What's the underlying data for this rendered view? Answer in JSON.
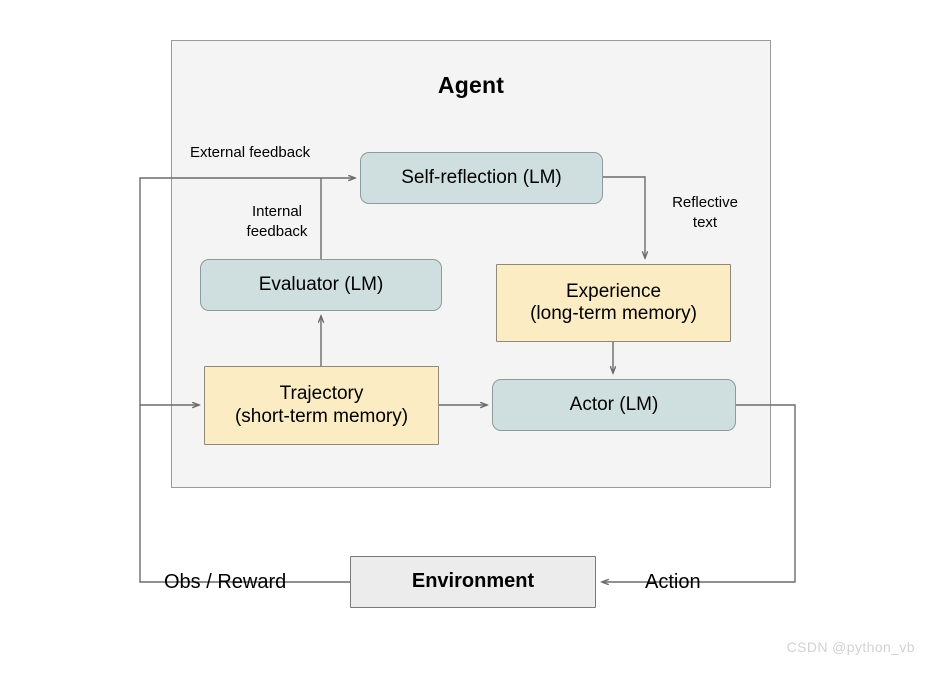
{
  "diagram": {
    "title": "Agent",
    "watermark": "CSDN @python_vb",
    "colors": {
      "agent_panel_fill": "#f4f4f4",
      "agent_panel_border": "#9a9a9a",
      "lm_node_fill": "#cfdfe0",
      "lm_node_border": "#8d9b9b",
      "memory_node_fill": "#fcecc4",
      "memory_node_border": "#8f8a77",
      "environment_fill": "#ececec",
      "environment_border": "#7a7a7a",
      "connector_stroke": "#6b6b6b",
      "watermark_color": "#d2d2d2"
    },
    "nodes": {
      "self_reflection": {
        "label": "Self-reflection (LM)",
        "kind": "lm"
      },
      "evaluator": {
        "label": "Evaluator (LM)",
        "kind": "lm"
      },
      "experience": {
        "label": "Experience",
        "sublabel": "(long-term memory)",
        "kind": "memory"
      },
      "trajectory": {
        "label": "Trajectory",
        "sublabel": "(short-term memory)",
        "kind": "memory"
      },
      "actor": {
        "label": "Actor (LM)",
        "kind": "lm"
      },
      "environment": {
        "label": "Environment",
        "kind": "environment"
      }
    },
    "edge_labels": {
      "external_feedback": "External feedback",
      "internal_feedback": "Internal\nfeedback",
      "internal_feedback_line1": "Internal",
      "internal_feedback_line2": "feedback",
      "reflective_text_line1": "Reflective",
      "reflective_text_line2": "text",
      "obs_reward": "Obs / Reward",
      "action": "Action"
    },
    "edges": [
      {
        "from": "environment",
        "to": "self_reflection",
        "label": "External feedback"
      },
      {
        "from": "environment",
        "to": "trajectory",
        "label": "Obs / Reward"
      },
      {
        "from": "evaluator",
        "to": "self_reflection",
        "label": "Internal feedback"
      },
      {
        "from": "trajectory",
        "to": "evaluator",
        "label": ""
      },
      {
        "from": "self_reflection",
        "to": "experience",
        "label": "Reflective text"
      },
      {
        "from": "experience",
        "to": "actor",
        "label": ""
      },
      {
        "from": "trajectory",
        "to": "actor",
        "label": ""
      },
      {
        "from": "actor",
        "to": "environment",
        "label": "Action"
      }
    ]
  }
}
